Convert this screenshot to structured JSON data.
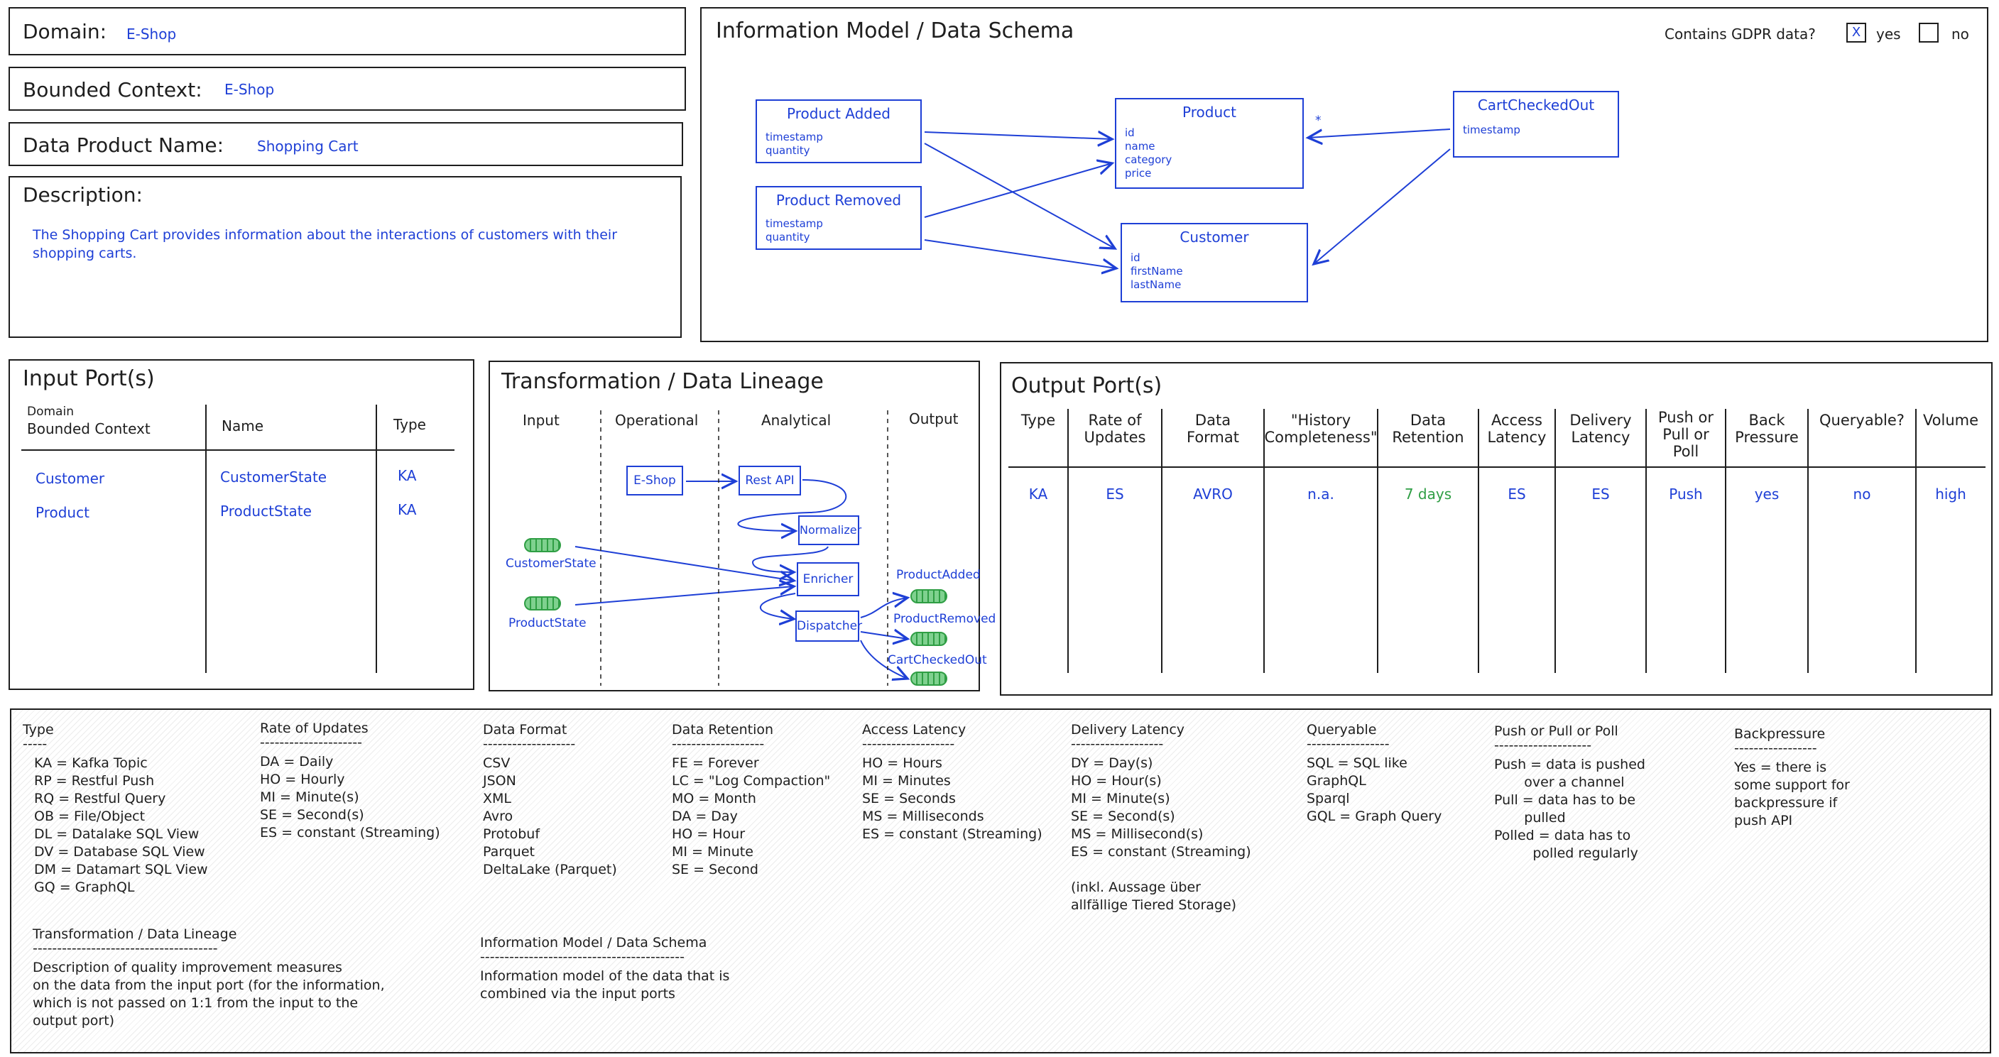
{
  "header": {
    "domain_label": "Domain:",
    "domain_value": "E-Shop",
    "bc_label": "Bounded Context:",
    "bc_value": "E-Shop",
    "dp_label": "Data Product Name:",
    "dp_value": "Shopping Cart",
    "desc_label": "Description:",
    "desc_value_1": "The Shopping Cart provides information about the interactions of customers with their",
    "desc_value_2": "shopping carts."
  },
  "schema": {
    "title": "Information Model / Data Schema",
    "gdpr_question": "Contains GDPR data?",
    "gdpr_yes_mark": "X",
    "gdpr_yes": "yes",
    "gdpr_no": "no",
    "star": "*",
    "entities": {
      "product_added": {
        "title": "Product Added",
        "fields": [
          "timestamp",
          "quantity"
        ]
      },
      "product_removed": {
        "title": "Product Removed",
        "fields": [
          "timestamp",
          "quantity"
        ]
      },
      "product": {
        "title": "Product",
        "fields": [
          "id",
          "name",
          "category",
          "price"
        ]
      },
      "customer": {
        "title": "Customer",
        "fields": [
          "id",
          "firstName",
          "lastName"
        ]
      },
      "cart_checked_out": {
        "title": "CartCheckedOut",
        "fields": [
          "timestamp"
        ]
      }
    }
  },
  "input_ports": {
    "title": "Input Port(s)",
    "col1_line1": "Domain",
    "col1_line2": "Bounded Context",
    "col2": "Name",
    "col3": "Type",
    "rows": [
      {
        "context": "Customer",
        "name": "CustomerState",
        "type": "KA"
      },
      {
        "context": "Product",
        "name": "ProductState",
        "type": "KA"
      }
    ]
  },
  "lineage": {
    "title": "Transformation / Data Lineage",
    "cols": [
      "Input",
      "Operational",
      "Analytical",
      "Output"
    ],
    "nodes": {
      "eshop": "E-Shop",
      "restapi": "Rest API",
      "normalizer": "Normalizer",
      "enricher": "Enricher",
      "dispatcher": "Dispatcher"
    },
    "inputs": [
      "CustomerState",
      "ProductState"
    ],
    "outputs": [
      "ProductAdded",
      "ProductRemoved",
      "CartCheckedOut"
    ]
  },
  "output_ports": {
    "title": "Output Port(s)",
    "headers": [
      [
        "Type"
      ],
      [
        "Rate of",
        "Updates"
      ],
      [
        "Data",
        "Format"
      ],
      [
        "\"History",
        "Completeness\""
      ],
      [
        "Data",
        "Retention"
      ],
      [
        "Access",
        "Latency"
      ],
      [
        "Delivery",
        "Latency"
      ],
      [
        "Push or",
        "Pull or",
        "Poll"
      ],
      [
        "Back",
        "Pressure"
      ],
      [
        "Queryable?"
      ],
      [
        "Volume"
      ]
    ],
    "values": [
      "KA",
      "ES",
      "AVRO",
      "n.a.",
      "7 days",
      "ES",
      "ES",
      "Push",
      "yes",
      "no",
      "high"
    ]
  },
  "legend": {
    "type": {
      "title": "Type",
      "rule": "-----",
      "lines": [
        "KA = Kafka Topic",
        "RP = Restful Push",
        "RQ = Restful Query",
        "OB = File/Object",
        "DL = Datalake SQL View",
        "DV = Database SQL View",
        "DM = Datamart SQL View",
        "GQ = GraphQL"
      ]
    },
    "rate": {
      "title": "Rate of Updates",
      "rule": "---------------------",
      "lines": [
        "DA = Daily",
        "HO = Hourly",
        "MI = Minute(s)",
        "SE = Second(s)",
        "ES = constant (Streaming)"
      ]
    },
    "format": {
      "title": "Data Format",
      "rule": "-------------------",
      "lines": [
        "CSV",
        "JSON",
        "XML",
        "Avro",
        "Protobuf",
        "Parquet",
        "DeltaLake (Parquet)"
      ]
    },
    "retention": {
      "title": "Data Retention",
      "rule": "-------------------",
      "lines": [
        "FE = Forever",
        "LC = \"Log Compaction\"",
        "MO = Month",
        "DA = Day",
        "HO = Hour",
        "MI = Minute",
        "SE = Second"
      ]
    },
    "access": {
      "title": "Access Latency",
      "rule": "-------------------",
      "lines": [
        "HO = Hours",
        "MI = Minutes",
        "SE = Seconds",
        "MS = Milliseconds",
        "ES = constant (Streaming)"
      ]
    },
    "delivery": {
      "title": "Delivery Latency",
      "rule": "-------------------",
      "lines": [
        "DY = Day(s)",
        "HO = Hour(s)",
        "MI = Minute(s)",
        "SE = Second(s)",
        "MS = Millisecond(s)",
        "ES = constant (Streaming)",
        "",
        "(inkl. Aussage über",
        "allfällige Tiered Storage)"
      ]
    },
    "queryable": {
      "title": "Queryable",
      "rule": "-----------------",
      "lines": [
        "SQL = SQL like",
        "GraphQL",
        "Sparql",
        "GQL = Graph Query"
      ]
    },
    "push": {
      "title": "Push or Pull or Poll",
      "rule": "--------------------",
      "lines": [
        "Push = data is pushed",
        "       over a channel",
        "Pull = data has to be",
        "       pulled",
        "Polled = data has to",
        "         polled regularly"
      ]
    },
    "backpressure": {
      "title": "Backpressure",
      "rule": "-----------------",
      "lines": [
        "Yes = there is",
        "some support for",
        "backpressure if",
        "push API"
      ]
    },
    "lineage": {
      "title": "Transformation / Data Lineage",
      "rule": "--------------------------------------",
      "lines": [
        "Description of quality improvement measures",
        "on the data from the input port (for the information,",
        "which is not passed on 1:1 from the input to the",
        "output port)"
      ]
    },
    "infomodel": {
      "title": "Information Model / Data Schema",
      "rule": "------------------------------------------",
      "lines": [
        "Information model of the data that is",
        "combined via the input ports"
      ]
    }
  }
}
